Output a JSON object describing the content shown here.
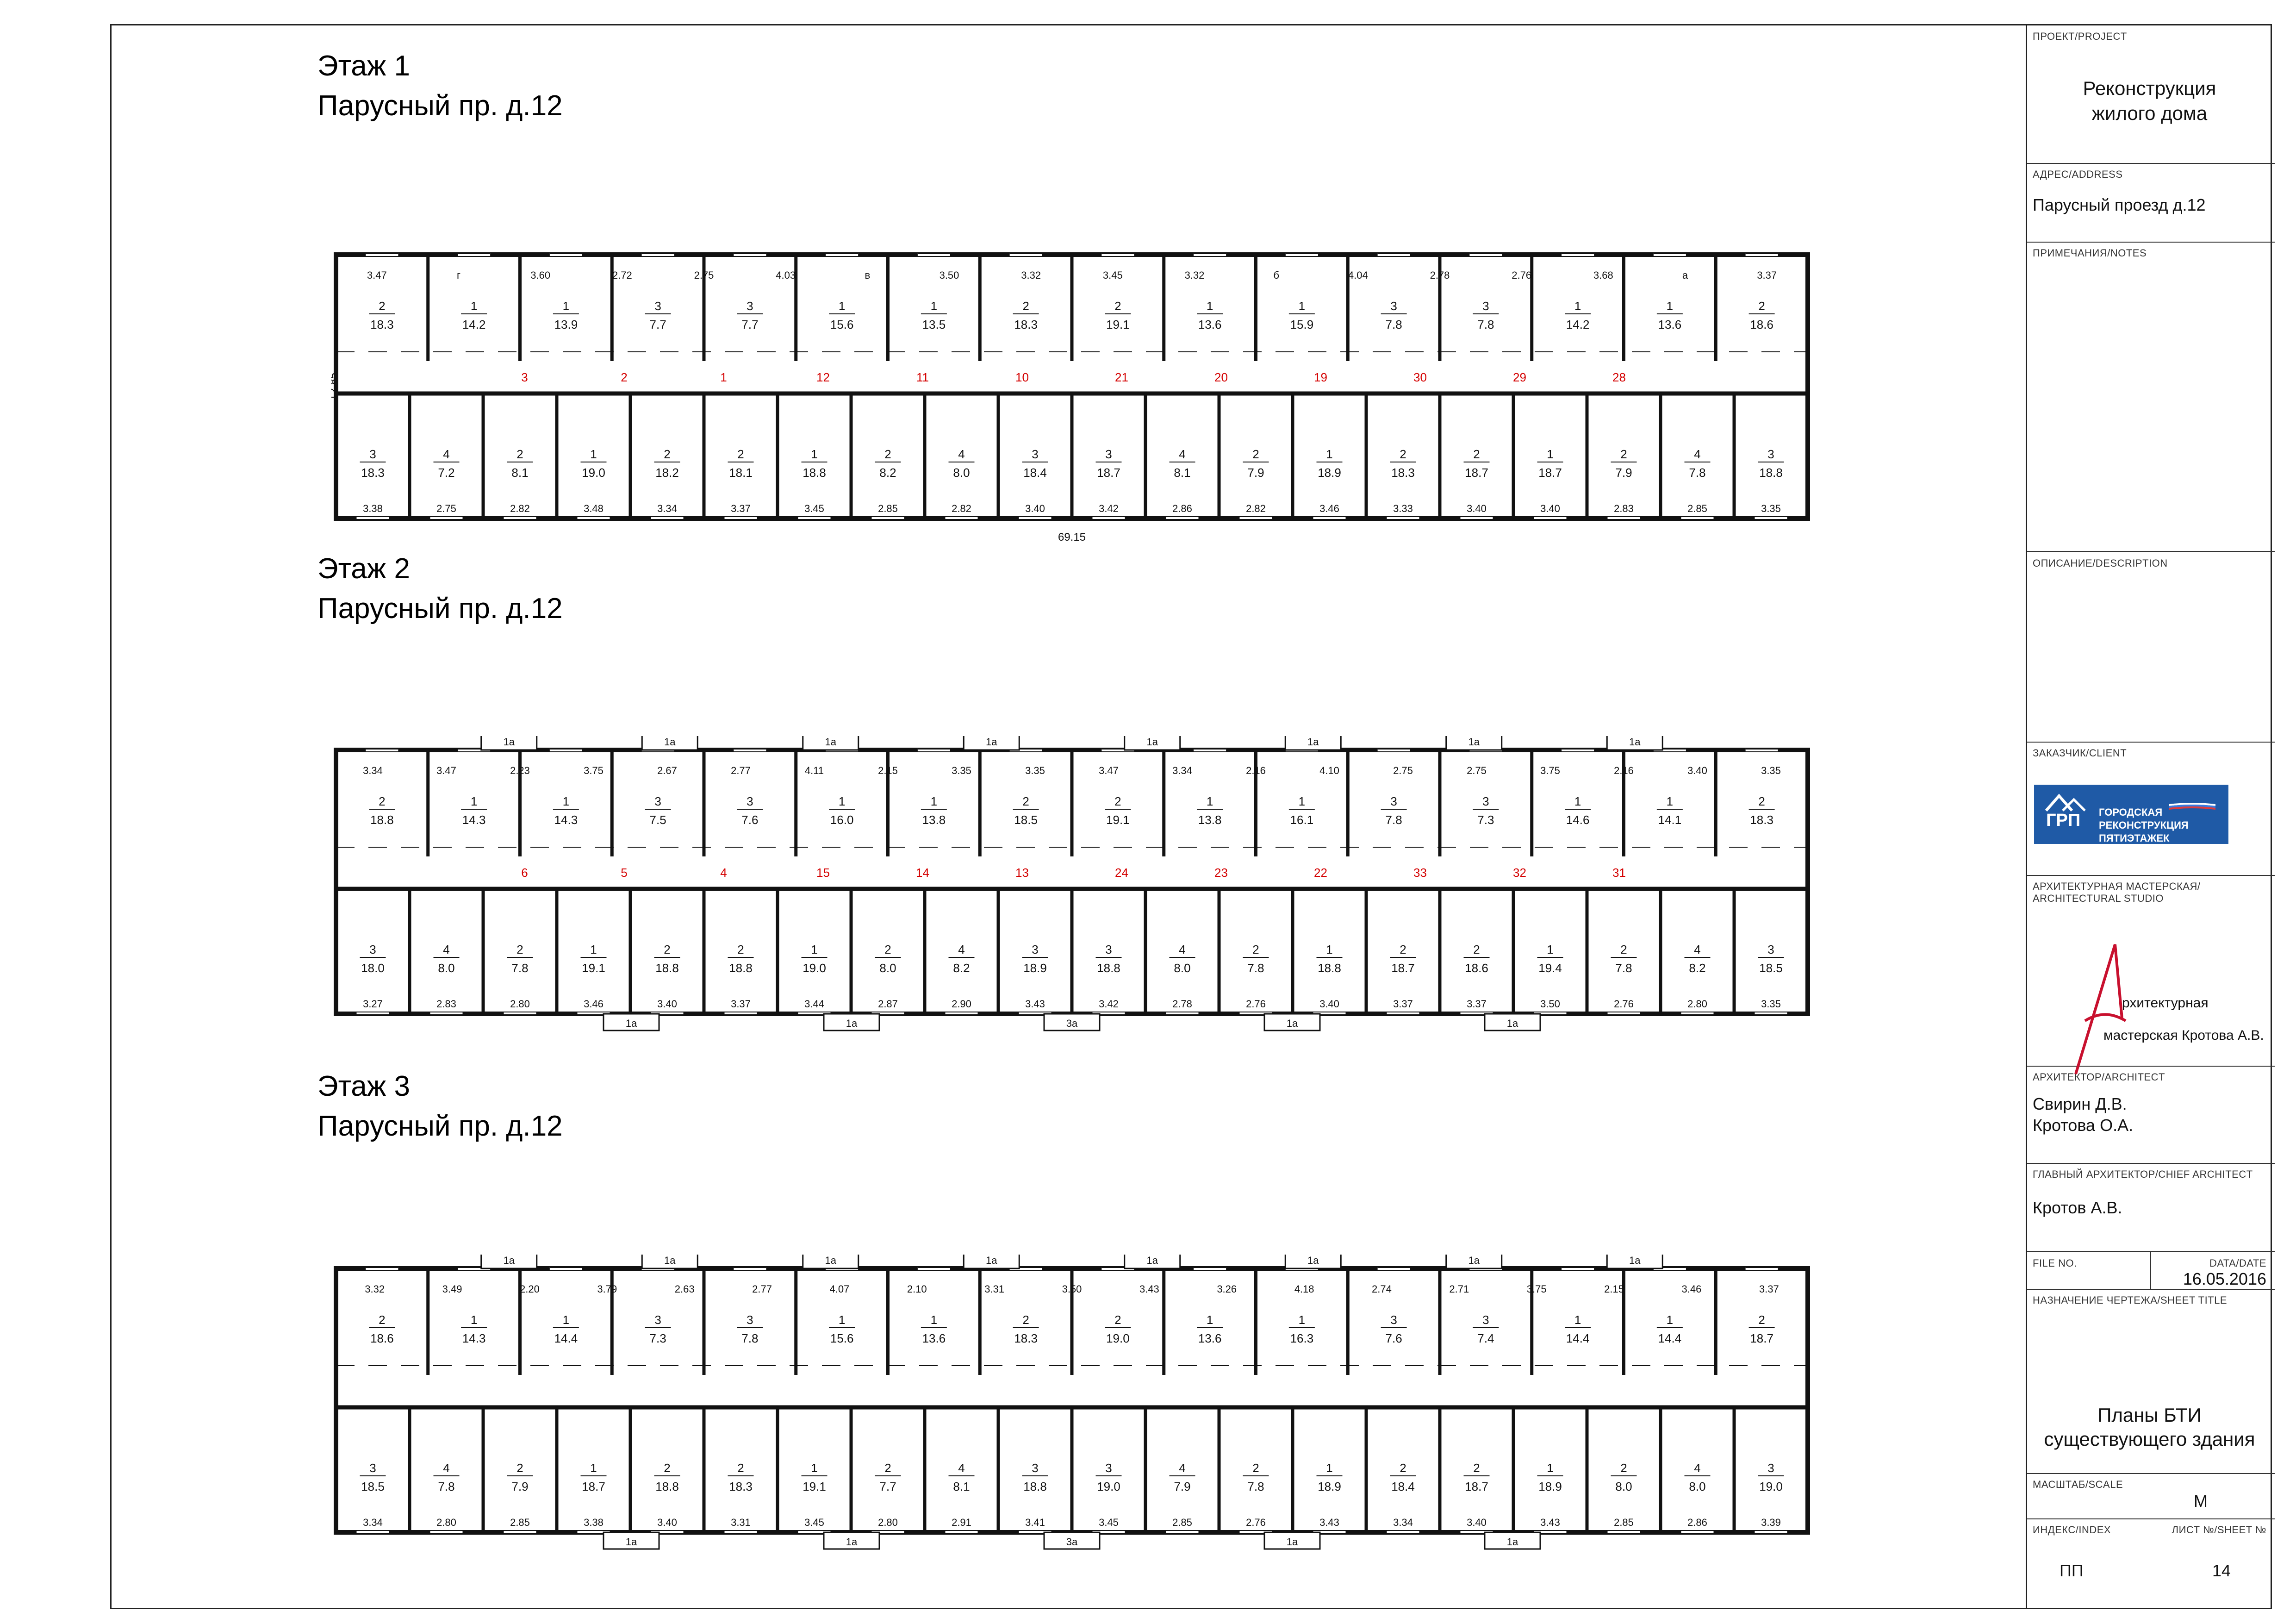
{
  "floors": [
    {
      "title": "Этаж 1",
      "address": "Парусный пр. д.12",
      "overall_width": "69.15",
      "overall_depth": "12.85",
      "top_labels": [
        "3.47",
        "г",
        "3.60",
        "2.72",
        "2.75",
        "4.03",
        "в",
        "3.50",
        "3.32",
        "3.45",
        "3.32",
        "б",
        "4.04",
        "2.78",
        "2.76",
        "3.68",
        "а",
        "3.37"
      ],
      "rooms_top": [
        [
          "2",
          "18.3"
        ],
        [
          "1",
          "14.2"
        ],
        [
          "1",
          "13.9"
        ],
        [
          "3",
          "7.7"
        ],
        [
          "3",
          "7.7"
        ],
        [
          "1",
          "15.6"
        ],
        [
          "1",
          "13.5"
        ],
        [
          "2",
          "18.3"
        ],
        [
          "2",
          "19.1"
        ],
        [
          "1",
          "13.6"
        ],
        [
          "1",
          "15.9"
        ],
        [
          "3",
          "7.8"
        ],
        [
          "3",
          "7.8"
        ],
        [
          "1",
          "14.2"
        ],
        [
          "1",
          "13.6"
        ],
        [
          "2",
          "18.6"
        ]
      ],
      "rooms_bottom": [
        [
          "3",
          "18.3"
        ],
        [
          "4",
          "7.2"
        ],
        [
          "2",
          "8.1"
        ],
        [
          "1",
          "19.0"
        ],
        [
          "2",
          "18.2"
        ],
        [
          "2",
          "18.1"
        ],
        [
          "1",
          "18.8"
        ],
        [
          "2",
          "8.2"
        ],
        [
          "4",
          "8.0"
        ],
        [
          "3",
          "18.4"
        ],
        [
          "3",
          "18.7"
        ],
        [
          "4",
          "8.1"
        ],
        [
          "2",
          "7.9"
        ],
        [
          "1",
          "18.9"
        ],
        [
          "2",
          "18.3"
        ],
        [
          "2",
          "18.7"
        ],
        [
          "1",
          "18.7"
        ],
        [
          "2",
          "7.9"
        ],
        [
          "4",
          "7.8"
        ],
        [
          "3",
          "18.8"
        ]
      ],
      "bottom_labels": [
        "3.38",
        "2.75",
        "2.82",
        "3.48",
        "3.34",
        "3.37",
        "3.45",
        "2.85",
        "2.82",
        "3.40",
        "3.42",
        "2.86",
        "2.82",
        "3.46",
        "3.33",
        "3.40",
        "3.40",
        "2.83",
        "2.85",
        "3.35"
      ],
      "red_labels": [
        "3",
        "2",
        "1",
        "12",
        "11",
        "10",
        "21",
        "20",
        "19",
        "30",
        "29",
        "28"
      ],
      "entrances_top": [],
      "entrances_bottom": []
    },
    {
      "title": "Этаж 2",
      "address": "Парусный пр. д.12",
      "top_labels": [
        "3.34",
        "3.47",
        "2.23",
        "3.75",
        "2.67",
        "2.77",
        "4.11",
        "2.15",
        "3.35",
        "3.35",
        "3.47",
        "3.34",
        "2.16",
        "4.10",
        "2.75",
        "2.75",
        "3.75",
        "2.16",
        "3.40",
        "3.35"
      ],
      "rooms_top": [
        [
          "2",
          "18.8"
        ],
        [
          "1",
          "14.3"
        ],
        [
          "1",
          "14.3"
        ],
        [
          "3",
          "7.5"
        ],
        [
          "3",
          "7.6"
        ],
        [
          "1",
          "16.0"
        ],
        [
          "1",
          "13.8"
        ],
        [
          "2",
          "18.5"
        ],
        [
          "2",
          "19.1"
        ],
        [
          "1",
          "13.8"
        ],
        [
          "1",
          "16.1"
        ],
        [
          "3",
          "7.8"
        ],
        [
          "3",
          "7.3"
        ],
        [
          "1",
          "14.6"
        ],
        [
          "1",
          "14.1"
        ],
        [
          "2",
          "18.3"
        ]
      ],
      "rooms_bottom": [
        [
          "3",
          "18.0"
        ],
        [
          "4",
          "8.0"
        ],
        [
          "2",
          "7.8"
        ],
        [
          "1",
          "19.1"
        ],
        [
          "2",
          "18.8"
        ],
        [
          "2",
          "18.8"
        ],
        [
          "1",
          "19.0"
        ],
        [
          "2",
          "8.0"
        ],
        [
          "4",
          "8.2"
        ],
        [
          "3",
          "18.9"
        ],
        [
          "3",
          "18.8"
        ],
        [
          "4",
          "8.0"
        ],
        [
          "2",
          "7.8"
        ],
        [
          "1",
          "18.8"
        ],
        [
          "2",
          "18.7"
        ],
        [
          "2",
          "18.6"
        ],
        [
          "1",
          "19.4"
        ],
        [
          "2",
          "7.8"
        ],
        [
          "4",
          "8.2"
        ],
        [
          "3",
          "18.5"
        ]
      ],
      "bottom_labels": [
        "3.27",
        "2.83",
        "2.80",
        "3.46",
        "3.40",
        "3.37",
        "3.44",
        "2.87",
        "2.90",
        "3.43",
        "3.42",
        "2.78",
        "2.76",
        "3.40",
        "3.37",
        "3.37",
        "3.50",
        "2.76",
        "2.80",
        "3.35"
      ],
      "red_labels": [
        "6",
        "5",
        "4",
        "15",
        "14",
        "13",
        "24",
        "23",
        "22",
        "33",
        "32",
        "31"
      ],
      "entrances_top": [
        "1а",
        "1а",
        "1а",
        "1а",
        "1а",
        "1а",
        "1а",
        "1а"
      ],
      "entrances_bottom": [
        "1а",
        "1а",
        "3а",
        "1а",
        "1а"
      ]
    },
    {
      "title": "Этаж 3",
      "address": "Парусный пр. д.12",
      "top_labels": [
        "3.32",
        "3.49",
        "2.20",
        "3.79",
        "2.63",
        "2.77",
        "4.07",
        "2.10",
        "3.31",
        "3.50",
        "3.43",
        "3.26",
        "4.18",
        "2.74",
        "2.71",
        "3.75",
        "2.15",
        "3.46",
        "3.37"
      ],
      "rooms_top": [
        [
          "2",
          "18.6"
        ],
        [
          "1",
          "14.3"
        ],
        [
          "1",
          "14.4"
        ],
        [
          "3",
          "7.3"
        ],
        [
          "3",
          "7.8"
        ],
        [
          "1",
          "15.6"
        ],
        [
          "1",
          "13.6"
        ],
        [
          "2",
          "18.3"
        ],
        [
          "2",
          "19.0"
        ],
        [
          "1",
          "13.6"
        ],
        [
          "1",
          "16.3"
        ],
        [
          "3",
          "7.6"
        ],
        [
          "3",
          "7.4"
        ],
        [
          "1",
          "14.4"
        ],
        [
          "1",
          "14.4"
        ],
        [
          "2",
          "18.7"
        ]
      ],
      "rooms_bottom": [
        [
          "3",
          "18.5"
        ],
        [
          "4",
          "7.8"
        ],
        [
          "2",
          "7.9"
        ],
        [
          "1",
          "18.7"
        ],
        [
          "2",
          "18.8"
        ],
        [
          "2",
          "18.3"
        ],
        [
          "1",
          "19.1"
        ],
        [
          "2",
          "7.7"
        ],
        [
          "4",
          "8.1"
        ],
        [
          "3",
          "18.8"
        ],
        [
          "3",
          "19.0"
        ],
        [
          "4",
          "7.9"
        ],
        [
          "2",
          "7.8"
        ],
        [
          "1",
          "18.9"
        ],
        [
          "2",
          "18.4"
        ],
        [
          "2",
          "18.7"
        ],
        [
          "1",
          "18.9"
        ],
        [
          "2",
          "8.0"
        ],
        [
          "4",
          "8.0"
        ],
        [
          "3",
          "19.0"
        ]
      ],
      "bottom_labels": [
        "3.34",
        "2.80",
        "2.85",
        "3.38",
        "3.40",
        "3.31",
        "3.45",
        "2.80",
        "2.91",
        "3.41",
        "3.45",
        "2.85",
        "2.76",
        "3.43",
        "3.34",
        "3.40",
        "3.43",
        "2.85",
        "2.86",
        "3.39"
      ],
      "red_labels": [],
      "entrances_top": [
        "1а",
        "1а",
        "1а",
        "1а",
        "1а",
        "1а",
        "1а",
        "1а"
      ],
      "entrances_bottom": [
        "1а",
        "1а",
        "3а",
        "1а",
        "1а"
      ]
    }
  ],
  "titleblock": {
    "project_label": "ПРОЕКТ/PROJECT",
    "project": [
      "Реконструкция",
      "жилого дома"
    ],
    "address_label": "АДРЕС/ADDRESS",
    "address": "Парусный проезд д.12",
    "notes_label": "ПРИМЕЧАНИЯ/NOTES",
    "description_label": "ОПИСАНИЕ/DESCRIPTION",
    "client_label": "ЗАКАЗЧИК/CLIENT",
    "client_logo": {
      "abbr": "ГРП",
      "line1": "ГОРОДСКАЯ",
      "line2": "РЕКОНСТРУКЦИЯ ПЯТИЭТАЖЕК"
    },
    "studio_label": [
      "АРХИТЕКТУРНАЯ МАСТЕРСКАЯ/",
      "ARCHITECTURAL STUDIO"
    ],
    "studio_logo": {
      "line1": "рхитектурная",
      "line2": "мастерская Кротова А.В."
    },
    "architect_label": "АРХИТЕКТОР/ARCHITECT",
    "architects": [
      "Свирин Д.В.",
      "Кротова О.А."
    ],
    "chief_label": "ГЛАВНЫЙ АРХИТЕКТОР/CHIEF ARCHITECT",
    "chief": "Кротов А.В.",
    "file_label": "FILE NO.",
    "date_label": "DATA/DATE",
    "date": "16.05.2016",
    "sheet_title_label": "НАЗНАЧЕНИЕ ЧЕРТЕЖА/SHEET TITLE",
    "sheet_title": [
      "Планы БТИ",
      "существующего здания"
    ],
    "scale_label": "МАСШТАБ/SCALE",
    "scale": "М",
    "index_label": "ИНДЕКС/INDEX",
    "index": "ПП",
    "sheet_no_label": "ЛИСТ №/SHEET №",
    "sheet_no": "14"
  },
  "colors": {
    "line": "#111111",
    "red_label": "#d40000",
    "client_blue": "#1f5aa6",
    "studio_red": "#c8102e"
  }
}
